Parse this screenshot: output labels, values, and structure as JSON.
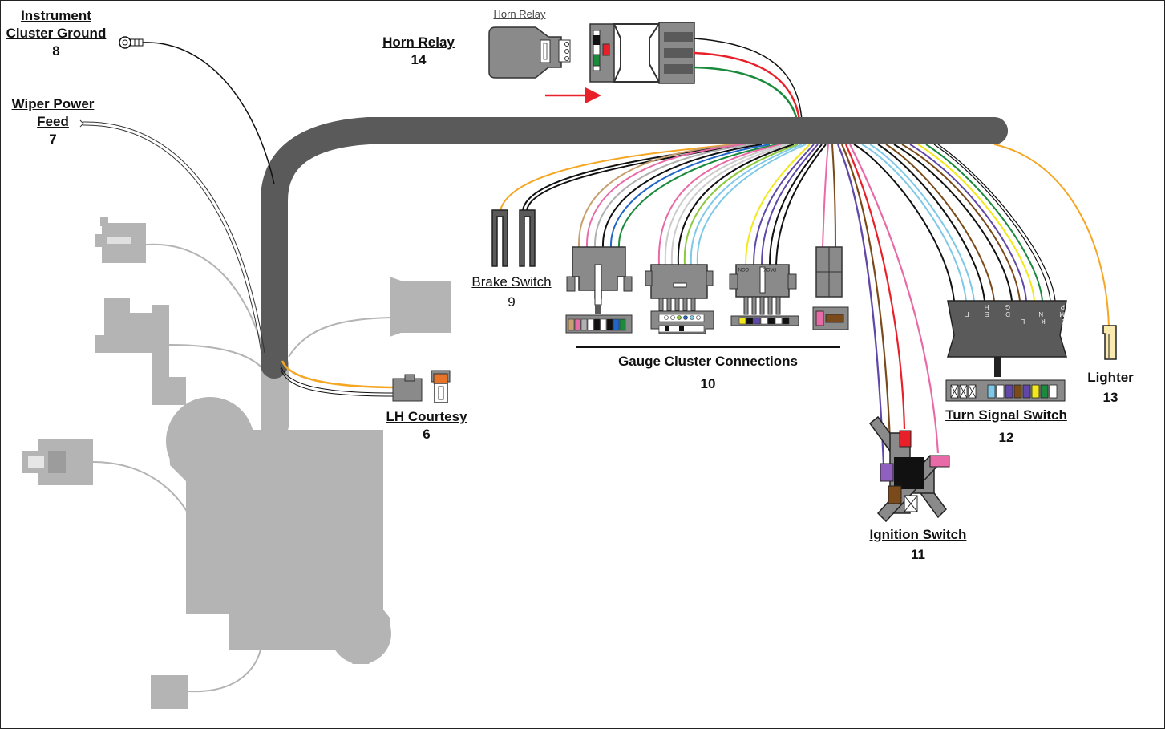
{
  "labels": {
    "instrument_cluster_ground": {
      "name": "Instrument\nCluster Ground",
      "number": "8"
    },
    "wiper_power_feed": {
      "name": "Wiper Power\nFeed",
      "number": "7"
    },
    "horn_relay": {
      "name": "Horn Relay",
      "number": "14",
      "small": "Horn Relay"
    },
    "brake_switch": {
      "name": "Brake Switch",
      "number": "9"
    },
    "lh_courtesy": {
      "name": "LH Courtesy",
      "number": "6"
    },
    "gauge_cluster": {
      "name": "Gauge Cluster Connections",
      "number": "10"
    },
    "ignition_switch": {
      "name": "Ignition Switch",
      "number": "11"
    },
    "turn_signal_switch": {
      "name": "Turn Signal Switch",
      "number": "12"
    },
    "lighter": {
      "name": "Lighter",
      "number": "13"
    }
  },
  "turn_signal_pins": {
    "left": "D E F G H",
    "right": "J K L M N P"
  },
  "connector_tags": {
    "con": "CON",
    "pack": "PACK"
  },
  "colors": {
    "harness": "#5a5a5a",
    "ghost": "#b4b4b4",
    "connector": "#8a8a8a",
    "orange": "#f5a623",
    "red": "#e8202a",
    "green": "#1a8a3c",
    "pink": "#e86aa6",
    "yellow": "#f2e81c",
    "tan": "#c8a070",
    "lightblue": "#7fc8e8",
    "blue": "#2066c8",
    "purple": "#6048a8",
    "brown": "#7a4a1a",
    "lightgreen": "#8cc83c",
    "arrow": "#e8202a"
  }
}
